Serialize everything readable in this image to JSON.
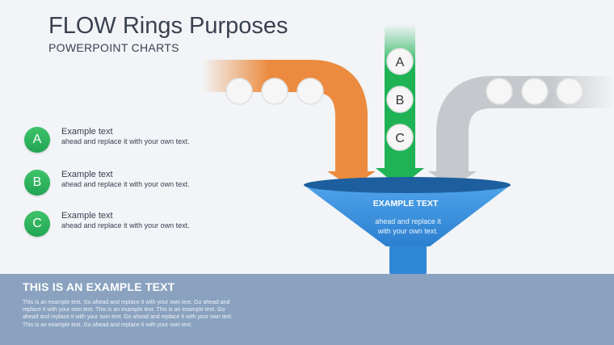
{
  "slide": {
    "title": "FLOW Rings Purposes",
    "subtitle": "POWERPOINT CHARTS"
  },
  "colors": {
    "orange": "#ec8b3f",
    "green": "#1fb356",
    "gray": "#c5c8cc",
    "funnel": "#3a8fd9",
    "footer": "#8aa2bf"
  },
  "list": [
    {
      "letter": "A",
      "title": "Example text",
      "desc": "ahead and replace it with your own text."
    },
    {
      "letter": "B",
      "title": "Example text",
      "desc": "ahead and replace it with your own text."
    },
    {
      "letter": "C",
      "title": "Example text",
      "desc": "ahead and replace it with your own text."
    }
  ],
  "center_arrow": {
    "labels": [
      "A",
      "B",
      "C"
    ]
  },
  "funnel": {
    "title": "EXAMPLE TEXT",
    "line1": "ahead and replace it",
    "line2": "with your own text."
  },
  "footer": {
    "title": "THIS IS AN EXAMPLE TEXT",
    "body": "This is an example text. Go ahead and replace it with your own text. Go ahead and replace it with your own text. This is an example text. This is an example text. Go ahead and replace it with your own text. Go ahead and replace it with your own text. This is an example text. Go ahead and replace it with your own text."
  }
}
